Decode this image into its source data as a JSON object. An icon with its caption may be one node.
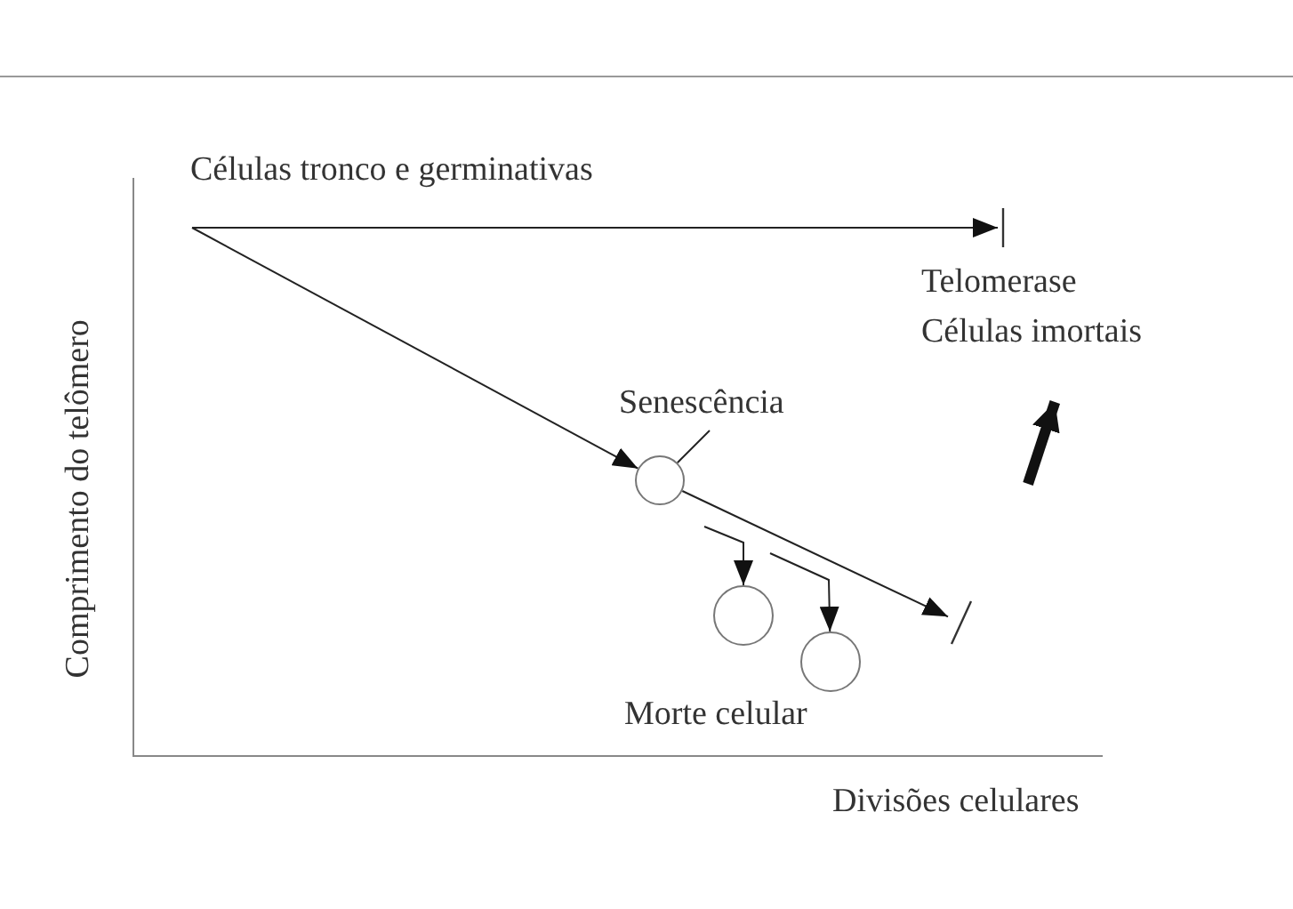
{
  "diagram": {
    "nodes": [
      {
        "text": [],
        "shape": "bar"
      },
      {
        "text": [
          "Senescência"
        ]
      },
      {
        "text": [],
        "shape": "circle"
      },
      {
        "text": [],
        "shape": "bar"
      },
      {
        "text": [],
        "shape": "circle"
      },
      {
        "text": [],
        "shape": "circle"
      },
      {
        "text": [
          "Telomerase",
          "Células imortais"
        ]
      }
    ],
    "edges": [
      {
        "from": null,
        "to": 0,
        "arrow": "to"
      },
      {
        "from": null,
        "to": 2,
        "arrow": "to"
      },
      {
        "from": 2,
        "to": 3,
        "arrow": "to"
      },
      {
        "from": 1,
        "to": 2,
        "arrow": "none"
      },
      {
        "from": null,
        "to": 4,
        "arrow": "to"
      },
      {
        "from": null,
        "to": 5,
        "arrow": "to"
      },
      {
        "from": null,
        "to": 6,
        "arrow": "to",
        "style": "thick"
      }
    ],
    "labels": [
      "Células tronco e germinativas",
      "Morte celular",
      "Comprimento do telômero",
      "Divisões celulares"
    ]
  }
}
